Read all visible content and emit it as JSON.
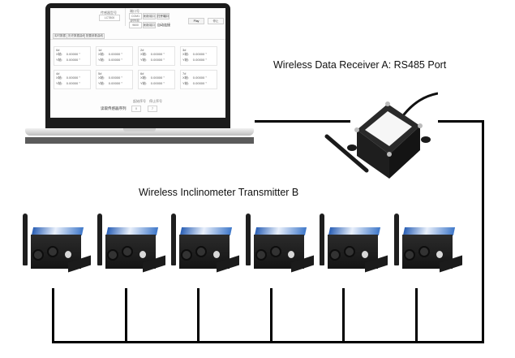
{
  "labels": {
    "receiver": "Wireless Data Receiver A: RS485 Port",
    "transmitter": "Wireless Inclinometer Transmitter B"
  },
  "laptop_screen": {
    "baud_label": "传感器型号",
    "baud_value": "LCT800",
    "port_label": "端口号",
    "port_value": "COM1",
    "rate_label": "波特率",
    "rate_value": "9600",
    "refresh_button": "刷新端口",
    "open_button": "打开端口",
    "auto_button": "自动连接",
    "play_button": "Play",
    "stop_button": "停止",
    "tabs": [
      "实时数据",
      "历史数据曲线",
      "配置参数曲线"
    ],
    "x_label": "X轴:",
    "y_label": "Y轴:",
    "unit": "°",
    "sensors": [
      {
        "id": "0#",
        "x": "0.00000",
        "y": "0.00000"
      },
      {
        "id": "1#",
        "x": "0.00000",
        "y": "0.00000"
      },
      {
        "id": "2#",
        "x": "0.00000",
        "y": "0.00000"
      },
      {
        "id": "3#",
        "x": "0.00000",
        "y": "0.00000"
      },
      {
        "id": "4#",
        "x": "0.00000",
        "y": "0.00000"
      },
      {
        "id": "5#",
        "x": "0.00000",
        "y": "0.00000"
      },
      {
        "id": "6#",
        "x": "0.00000",
        "y": "0.00000"
      },
      {
        "id": "7#",
        "x": "0.00000",
        "y": "0.00000"
      }
    ],
    "read_range_label": "读取传感器序列",
    "start_label": "起始序号",
    "end_label": "停止序号",
    "start_value": "0",
    "end_value": "7"
  },
  "transmitter_count": 6
}
